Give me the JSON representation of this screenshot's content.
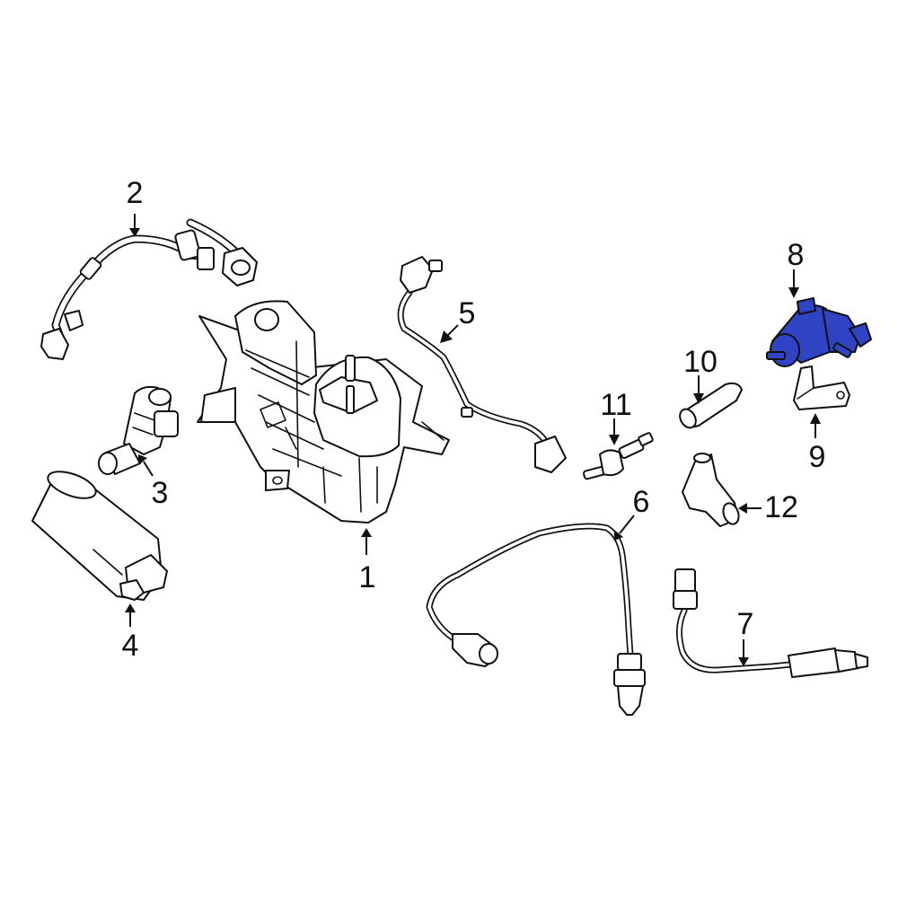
{
  "diagram": {
    "highlight_color": "#2f43c4",
    "line_color": "#111111",
    "background": "#ffffff",
    "callouts": [
      {
        "id": "1",
        "label": "1"
      },
      {
        "id": "2",
        "label": "2"
      },
      {
        "id": "3",
        "label": "3"
      },
      {
        "id": "4",
        "label": "4"
      },
      {
        "id": "5",
        "label": "5"
      },
      {
        "id": "6",
        "label": "6"
      },
      {
        "id": "7",
        "label": "7"
      },
      {
        "id": "8",
        "label": "8"
      },
      {
        "id": "9",
        "label": "9"
      },
      {
        "id": "10",
        "label": "10"
      },
      {
        "id": "11",
        "label": "11"
      },
      {
        "id": "12",
        "label": "12"
      }
    ],
    "highlighted_part": "8"
  }
}
